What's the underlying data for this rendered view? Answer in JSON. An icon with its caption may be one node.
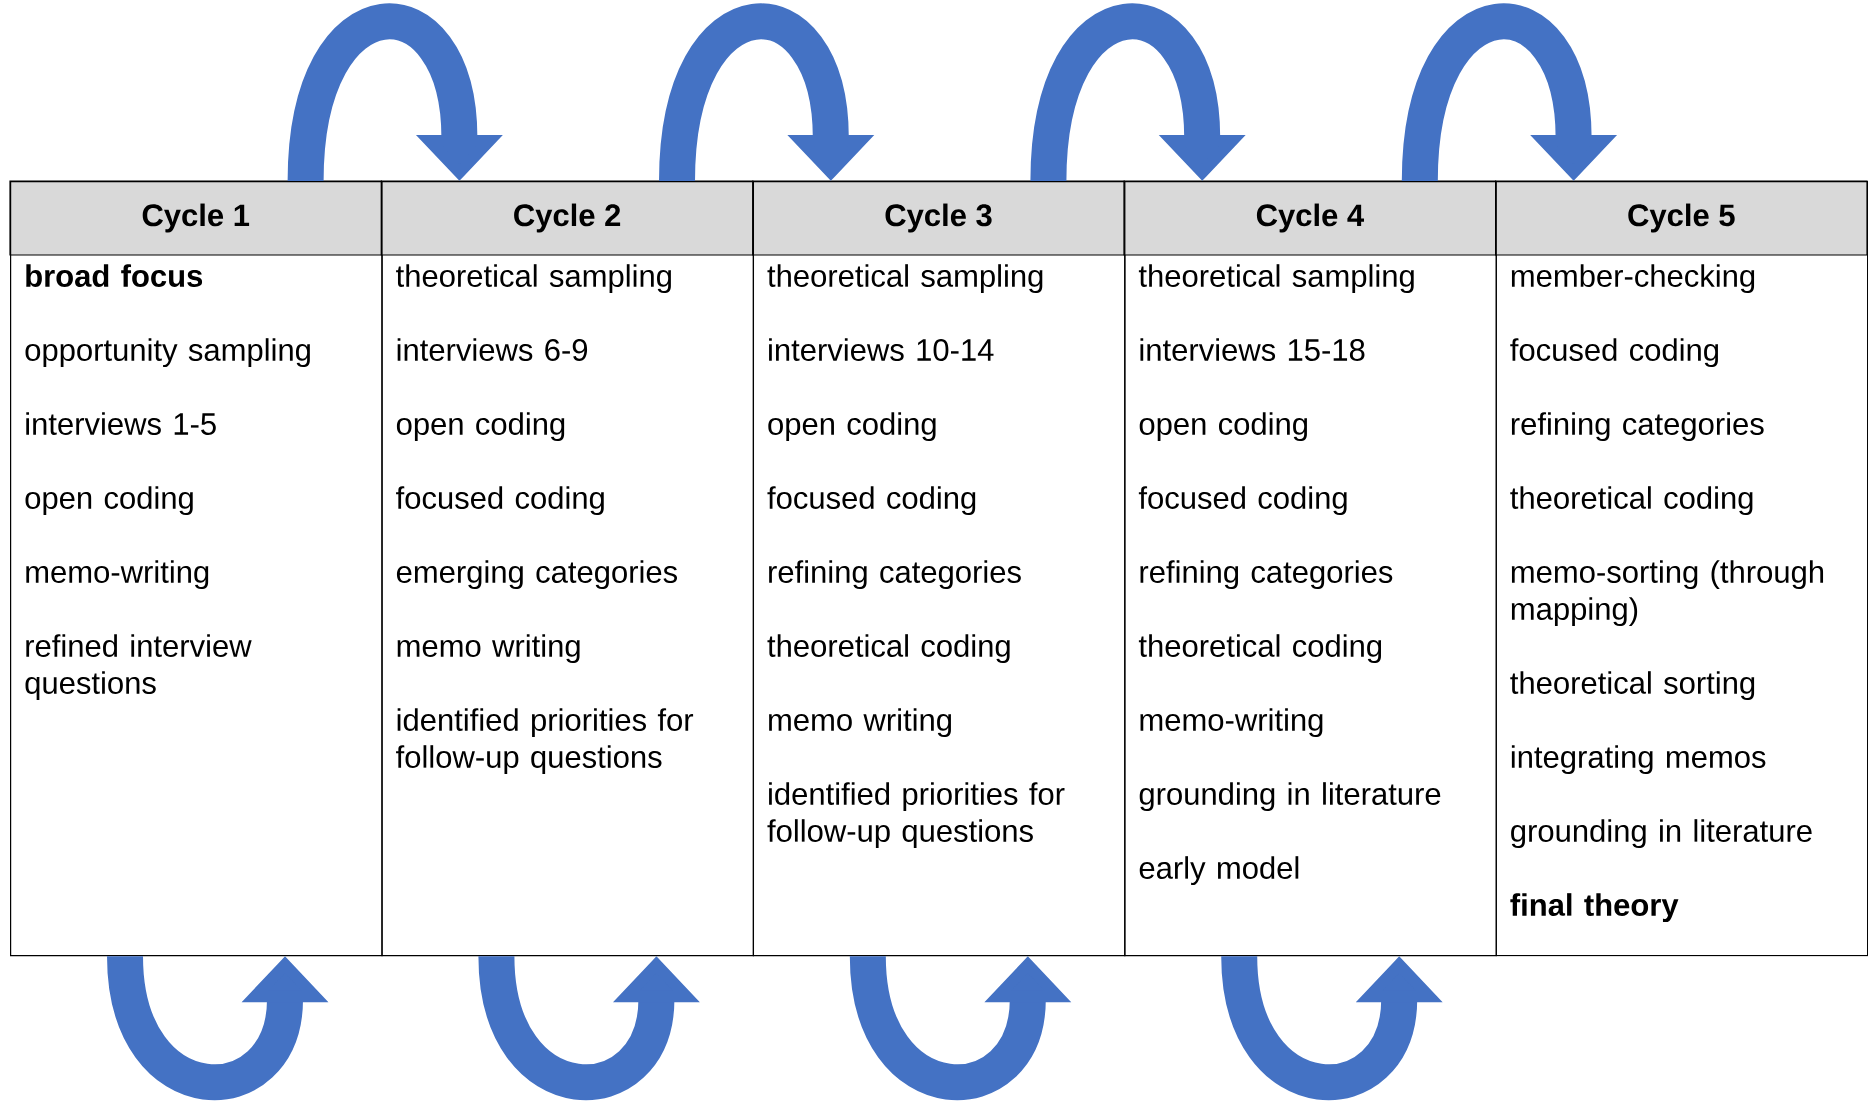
{
  "diagram": {
    "nodes": [
      {
        "text": [
          "Cycle 1",
          "**broad focus**",
          "opportunity sampling",
          "interviews 1-5",
          "open coding",
          "memo-writing",
          "refined interview questions"
        ]
      },
      {
        "text": [
          "Cycle 2",
          "theoretical sampling",
          "interviews 6-9",
          "open coding",
          "focused coding",
          "emerging categories",
          "memo writing",
          "identified priorities for follow-up questions"
        ]
      },
      {
        "text": [
          "Cycle 3",
          "theoretical sampling",
          "interviews 10-14",
          "open coding",
          "focused coding",
          "refining categories",
          "theoretical coding",
          "memo writing",
          "identified priorities for follow-up questions"
        ]
      },
      {
        "text": [
          "Cycle 4",
          "theoretical sampling",
          "interviews 15-18",
          "open coding",
          "focused coding",
          "refining categories",
          "theoretical coding",
          "memo-writing",
          "grounding in literature",
          "early model"
        ]
      },
      {
        "text": [
          "Cycle 5",
          "member-checking",
          "focused coding",
          "refining categories",
          "theoretical coding",
          "memo-sorting (through mapping)",
          "theoretical sorting",
          "integrating memos",
          "grounding in literature",
          "**final theory**"
        ]
      }
    ],
    "edges": [
      {
        "from": 0,
        "to": 1,
        "arrow": "to"
      },
      {
        "from": 1,
        "to": 2,
        "arrow": "to"
      },
      {
        "from": 2,
        "to": 3,
        "arrow": "to"
      },
      {
        "from": 3,
        "to": 4,
        "arrow": "to"
      },
      {
        "from": 0,
        "to": 0,
        "arrow": "to"
      },
      {
        "from": 1,
        "to": 1,
        "arrow": "to"
      },
      {
        "from": 2,
        "to": 2,
        "arrow": "to"
      },
      {
        "from": 3,
        "to": 3,
        "arrow": "to"
      }
    ]
  }
}
